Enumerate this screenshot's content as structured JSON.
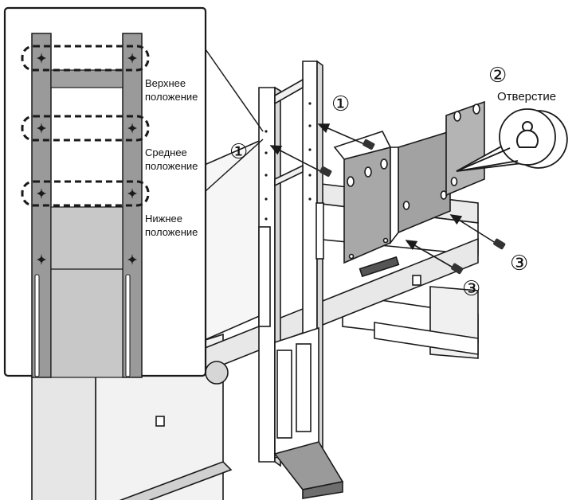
{
  "labels": {
    "upper_position": "Верхнее положение",
    "middle_position": "Среднее положение",
    "lower_position": "Нижнее положение",
    "hole": "Отверстие"
  },
  "callouts": {
    "step1": "①",
    "step2": "②",
    "step3": "③"
  },
  "colors": {
    "line": "#1a1a1a",
    "rail": "#9a9a9a",
    "panel": "#c8c8c8",
    "dark_panel": "#8e8e8e"
  }
}
